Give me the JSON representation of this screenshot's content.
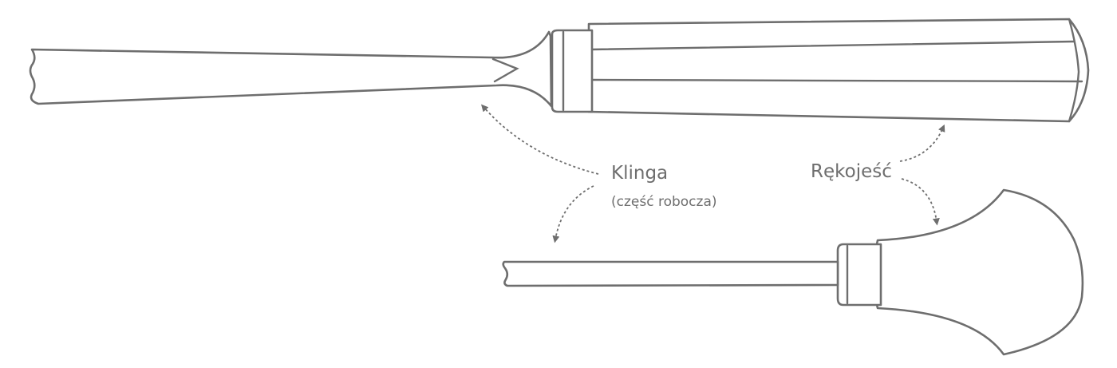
{
  "labels": {
    "blade": "Klinga",
    "blade_sub": "(część robocza)",
    "handle": "Rękojeść"
  },
  "colors": {
    "stroke": "#6e6e6e",
    "fill": "#ffffff",
    "background": "#ffffff"
  },
  "tools": [
    {
      "name": "straight-gouge",
      "parts": [
        "blade",
        "ferrule",
        "handle"
      ]
    },
    {
      "name": "palm-gouge",
      "parts": [
        "blade",
        "ferrule",
        "handle"
      ]
    }
  ]
}
